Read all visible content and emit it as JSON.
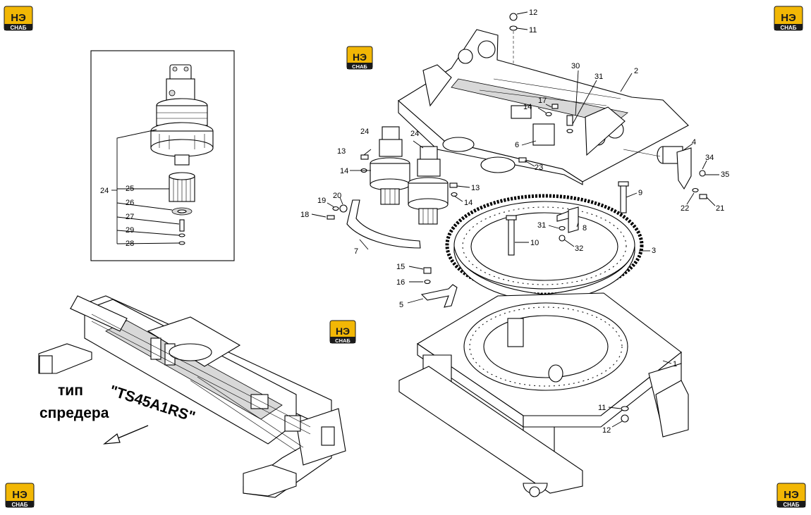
{
  "logo": {
    "text_top": "НЭ",
    "text_bottom": "СНАБ",
    "color": "#f2b705"
  },
  "spreader_type": {
    "line1": "тип",
    "line2": "спредера",
    "model": "\"TS45A1RS\""
  },
  "callouts": {
    "c1": "1",
    "c2": "2",
    "c3": "3",
    "c4": "4",
    "c5": "5",
    "c6": "6",
    "c7": "7",
    "c8": "8",
    "c9": "9",
    "c10": "10",
    "c11a": "11",
    "c11b": "11",
    "c12a": "12",
    "c12b": "12",
    "c13a": "13",
    "c13b": "13",
    "c14a": "14",
    "c14b": "14",
    "c14c": "14",
    "c15": "15",
    "c16": "16",
    "c17": "17",
    "c18": "18",
    "c19": "19",
    "c20": "20",
    "c21": "21",
    "c22": "22",
    "c23": "23",
    "c24a": "24",
    "c24b": "24",
    "c24c": "24",
    "c25": "25",
    "c26": "26",
    "c27": "27",
    "c28": "28",
    "c29": "29",
    "c30": "30",
    "c31a": "31",
    "c31b": "31",
    "c32": "32",
    "c34": "34",
    "c35": "35"
  }
}
